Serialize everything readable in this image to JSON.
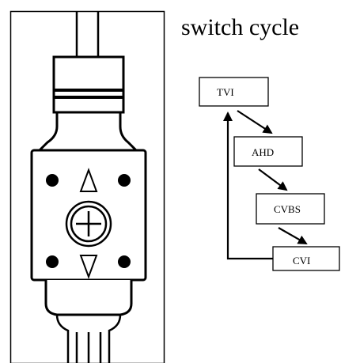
{
  "title": "switch cycle",
  "modes": [
    "TVI",
    "AHD",
    "CVBS",
    "CVI"
  ],
  "colors": {
    "stroke": "#000000",
    "background": "#ffffff"
  },
  "icons": {
    "up": "triangle-up-icon",
    "down": "triangle-down-icon",
    "center": "plus-circle-icon"
  }
}
